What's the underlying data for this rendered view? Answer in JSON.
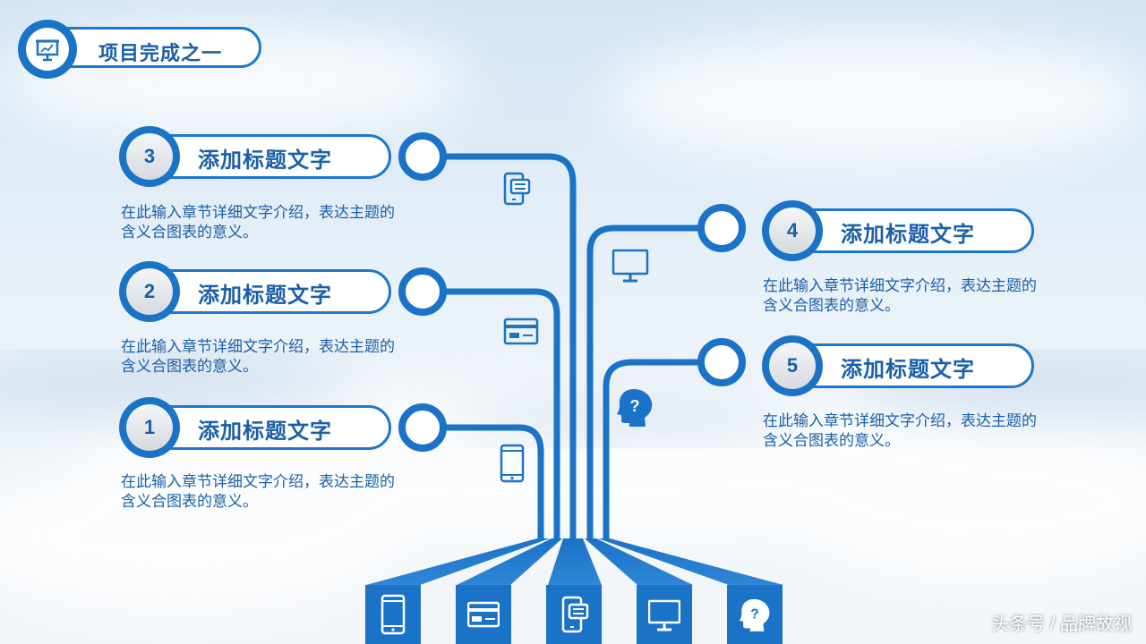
{
  "header": {
    "title": "项目完成之一",
    "icon": "presentation-board-icon"
  },
  "items": [
    {
      "number": "3",
      "title": "添加标题文字",
      "description": "在此输入章节详细文字介绍，表达主题的含义合图表的意义。",
      "icon": "chat-phone-icon"
    },
    {
      "number": "2",
      "title": "添加标题文字",
      "description": "在此输入章节详细文字介绍，表达主题的含义合图表的意义。",
      "icon": "credit-card-icon"
    },
    {
      "number": "1",
      "title": "添加标题文字",
      "description": "在此输入章节详细文字介绍，表达主题的含义合图表的意义。",
      "icon": "smartphone-icon"
    },
    {
      "number": "4",
      "title": "添加标题文字",
      "description": "在此输入章节详细文字介绍，表达主题的含义合图表的意义。",
      "icon": "monitor-icon"
    },
    {
      "number": "5",
      "title": "添加标题文字",
      "description": "在此输入章节详细文字介绍，表达主题的含义合图表的意义。",
      "icon": "question-head-icon"
    }
  ],
  "bottom_icons": [
    "smartphone-icon",
    "credit-card-icon",
    "chat-phone-icon",
    "monitor-icon",
    "question-head-icon"
  ],
  "watermark": "头条号 / 品牌故视",
  "colors": {
    "primary": "#1a73c6",
    "title_text": "#1a5fa8"
  }
}
